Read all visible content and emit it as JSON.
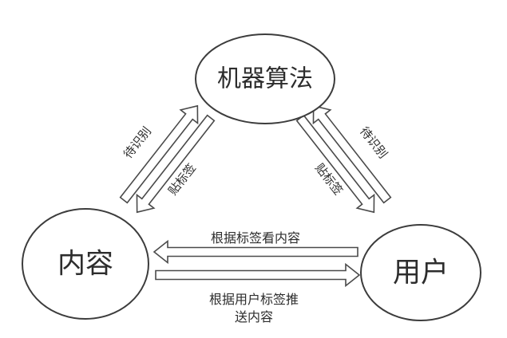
{
  "diagram": {
    "nodes": {
      "algorithm": {
        "label": "机器算法"
      },
      "content": {
        "label": "内容"
      },
      "user": {
        "label": "用户"
      }
    },
    "edges": {
      "content_to_algorithm": {
        "label": "待识别"
      },
      "algorithm_to_content": {
        "label": "贴标签"
      },
      "user_to_algorithm": {
        "label": "待识别"
      },
      "algorithm_to_user": {
        "label": "贴标签"
      },
      "user_to_content": {
        "label": "根据标签看内容"
      },
      "content_to_user": {
        "label_line1": "根据用户标签推",
        "label_line2": "送内容"
      }
    },
    "colors": {
      "node_stroke": "#3c3c3c",
      "arrow_stroke": "#4a4a4a",
      "text": "#2d2d2d",
      "background": "#ffffff"
    }
  }
}
